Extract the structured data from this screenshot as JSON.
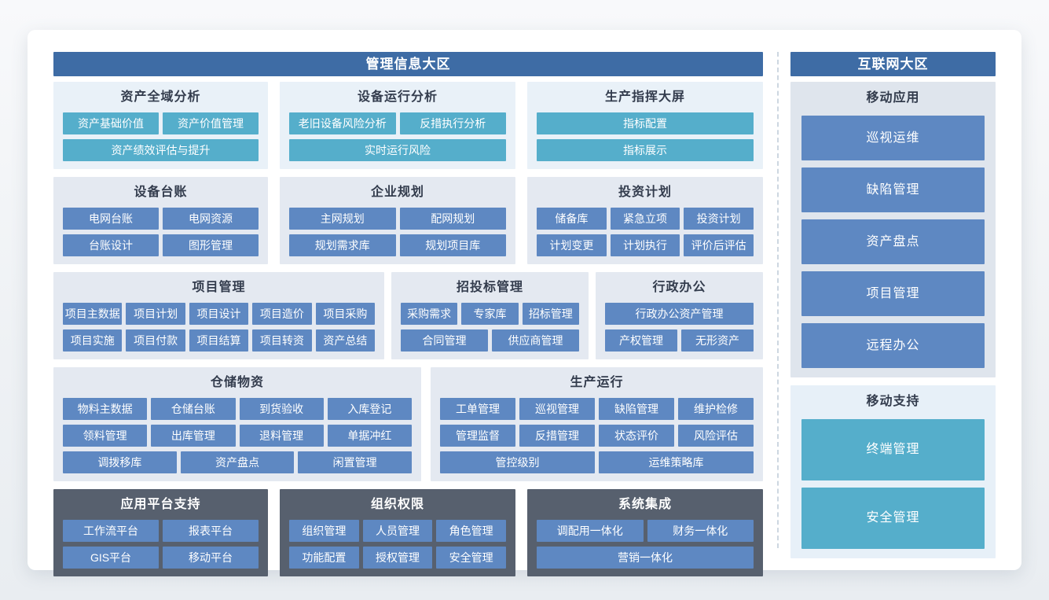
{
  "colors": {
    "zone_header_blue": "#3e6ca5",
    "button_blue": "#5e88c2",
    "button_teal": "#55aecb",
    "panel_light_blue_bg": "#e9f1f8",
    "panel_gray_bg": "#e4e9f1",
    "panel_dark_bg": "#57606e",
    "divider_dash": "#cdd7e1"
  },
  "zones": {
    "left": {
      "title": "管理信息大区",
      "rows": [
        {
          "panels": [
            {
              "title": "资产全域分析",
              "button_rows": [
                [
                  "资产基础价值",
                  "资产价值管理"
                ],
                [
                  "资产绩效评估与提升"
                ]
              ]
            },
            {
              "title": "设备运行分析",
              "button_rows": [
                [
                  "老旧设备风险分析",
                  "反措执行分析"
                ],
                [
                  "实时运行风险"
                ]
              ]
            },
            {
              "title": "生产指挥大屏",
              "button_rows": [
                [
                  "指标配置"
                ],
                [
                  "指标展示"
                ]
              ]
            }
          ]
        },
        {
          "panels": [
            {
              "title": "设备台账",
              "button_rows": [
                [
                  "电网台账",
                  "电网资源"
                ],
                [
                  "台账设计",
                  "图形管理"
                ]
              ]
            },
            {
              "title": "企业规划",
              "button_rows": [
                [
                  "主网规划",
                  "配网规划"
                ],
                [
                  "规划需求库",
                  "规划项目库"
                ]
              ]
            },
            {
              "title": "投资计划",
              "button_rows": [
                [
                  "储备库",
                  "紧急立项",
                  "投资计划"
                ],
                [
                  "计划变更",
                  "计划执行",
                  "评价后评估"
                ]
              ]
            }
          ]
        },
        {
          "panels": [
            {
              "title": "项目管理",
              "button_rows": [
                [
                  "项目主数据",
                  "项目计划",
                  "项目设计",
                  "项目造价",
                  "项目采购"
                ],
                [
                  "项目实施",
                  "项目付款",
                  "项目结算",
                  "项目转资",
                  "资产总结"
                ]
              ]
            },
            {
              "title": "招投标管理",
              "button_rows": [
                [
                  "采购需求",
                  "专家库",
                  "招标管理"
                ],
                [
                  "合同管理",
                  "供应商管理"
                ]
              ]
            },
            {
              "title": "行政办公",
              "button_rows": [
                [
                  "行政办公资产管理"
                ],
                [
                  "产权管理",
                  "无形资产"
                ]
              ]
            }
          ]
        },
        {
          "panels": [
            {
              "title": "仓储物资",
              "button_rows": [
                [
                  "物料主数据",
                  "仓储台账",
                  "到货验收",
                  "入库登记"
                ],
                [
                  "领料管理",
                  "出库管理",
                  "退料管理",
                  "单据冲红"
                ],
                [
                  "调拨移库",
                  "资产盘点",
                  "闲置管理"
                ]
              ]
            },
            {
              "title": "生产运行",
              "button_rows": [
                [
                  "工单管理",
                  "巡视管理",
                  "缺陷管理",
                  "维护检修"
                ],
                [
                  "管理监督",
                  "反措管理",
                  "状态评价",
                  "风险评估"
                ],
                [
                  "管控级别",
                  "运维策略库"
                ]
              ]
            }
          ]
        },
        {
          "panels": [
            {
              "title": "应用平台支持",
              "button_rows": [
                [
                  "工作流平台",
                  "报表平台"
                ],
                [
                  "GIS平台",
                  "移动平台"
                ]
              ]
            },
            {
              "title": "组织权限",
              "button_rows": [
                [
                  "组织管理",
                  "人员管理",
                  "角色管理"
                ],
                [
                  "功能配置",
                  "授权管理",
                  "安全管理"
                ]
              ]
            },
            {
              "title": "系统集成",
              "button_rows": [
                [
                  "调配用一体化",
                  "财务一体化"
                ],
                [
                  "营销一体化"
                ]
              ]
            }
          ]
        }
      ]
    },
    "right": {
      "title": "互联网大区",
      "sections": [
        {
          "title": "移动应用",
          "buttons": [
            "巡视运维",
            "缺陷管理",
            "资产盘点",
            "项目管理",
            "远程办公"
          ]
        },
        {
          "title": "移动支持",
          "buttons": [
            "终端管理",
            "安全管理"
          ]
        }
      ]
    }
  }
}
